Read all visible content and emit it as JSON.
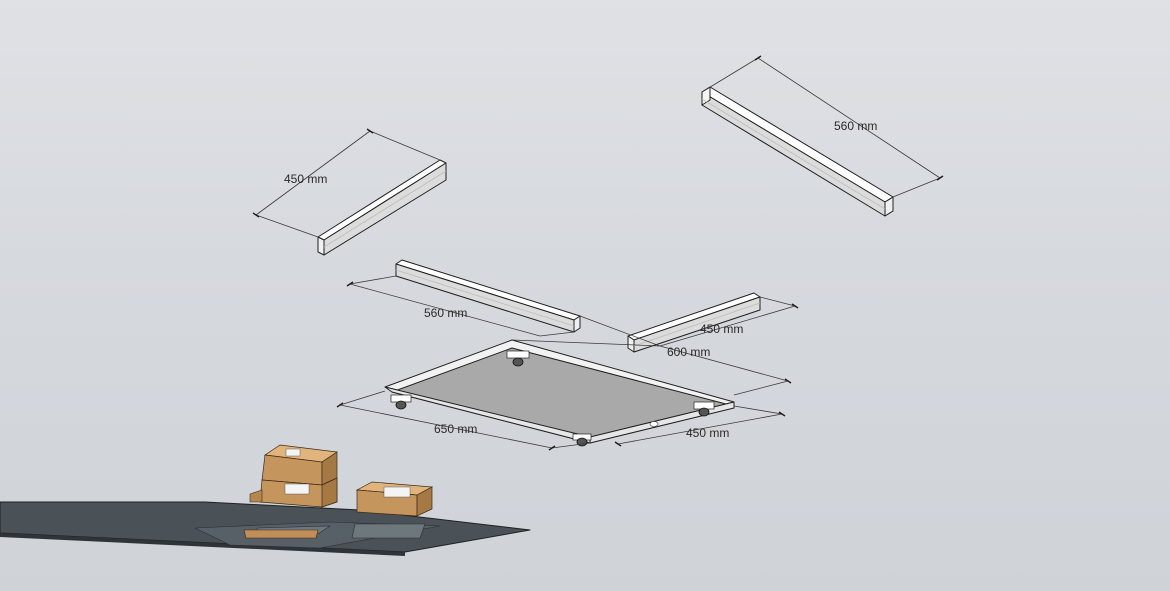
{
  "dimensions": {
    "rail_left_top": "450 mm",
    "rail_right_top": "560 mm",
    "rail_center_long": "560 mm",
    "rail_center_short": "450 mm",
    "panel_depth_upper": "600 mm",
    "panel_width": "650 mm",
    "panel_depth_lower": "450 mm"
  },
  "colors": {
    "background_top": "#dfe1e5",
    "rail_face_light": "#f7f7f7",
    "rail_face_shade": "#d9d9d9",
    "panel_underside": "#a9a9a9",
    "panel_edge": "#f2f2f2",
    "floor": "#4b5257",
    "box": "#c69a63"
  }
}
